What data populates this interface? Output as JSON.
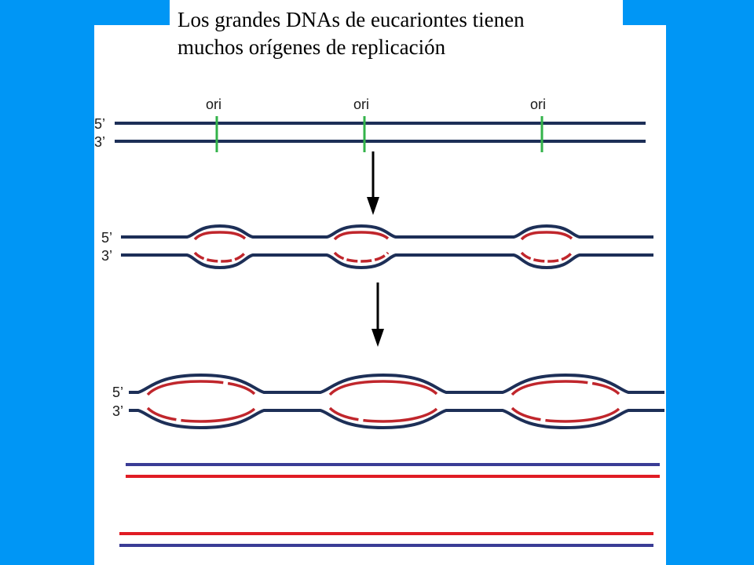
{
  "title": {
    "line1": "Los grandes DNAs de eucariontes tienen",
    "line2": "muchos orígenes de replicación"
  },
  "ori_label": "ori",
  "strand_label_top": "5’",
  "strand_label_bottom": "3’",
  "colors": {
    "background": "#0096f5",
    "parental_strand": "#1d2f57",
    "new_strand": "#c0262c",
    "origin_marker": "#33b34a",
    "daughter_parental_line": "#3a3c95",
    "daughter_new_line": "#e01c24"
  }
}
